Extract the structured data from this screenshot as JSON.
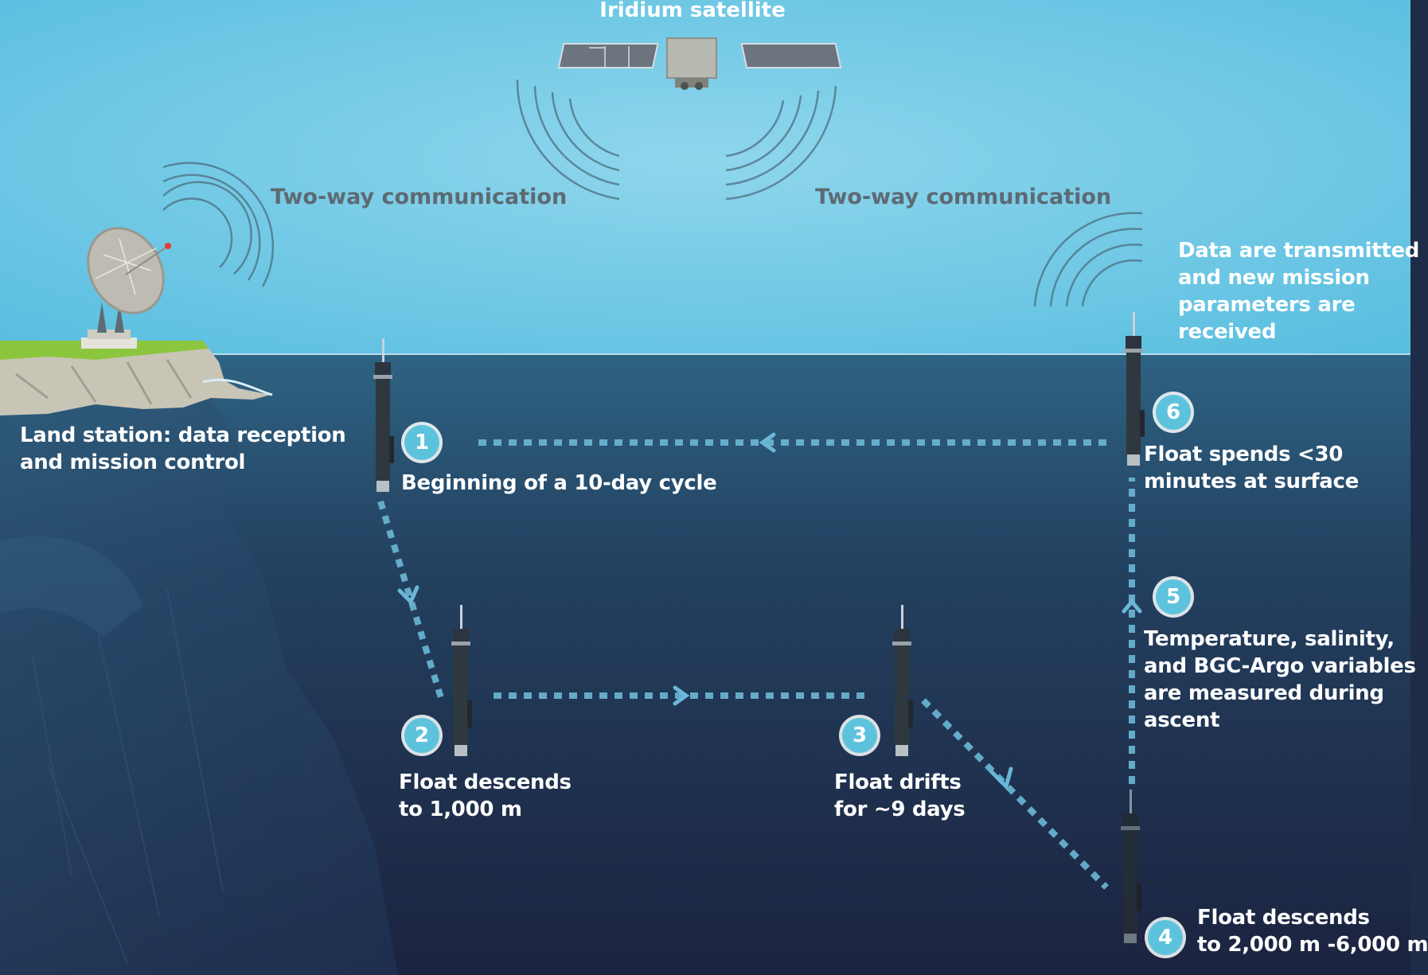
{
  "satellite_label": "Iridium satellite",
  "comm_left": "Two-way communication",
  "comm_right": "Two-way communication",
  "land_station": [
    "Land station: data reception",
    "and mission control"
  ],
  "surface_transmit": [
    "Data are transmitted",
    "and new mission",
    "parameters are",
    "received"
  ],
  "steps": [
    {
      "number": "1",
      "lines": [
        "Beginning of a 10-day cycle"
      ]
    },
    {
      "number": "2",
      "lines": [
        "Float descends",
        "to 1,000 m"
      ]
    },
    {
      "number": "3",
      "lines": [
        "Float drifts",
        "for ~9 days"
      ]
    },
    {
      "number": "4",
      "lines": [
        "Float descends",
        "to 2,000 m -6,000 m"
      ]
    },
    {
      "number": "5",
      "lines": [
        "Temperature, salinity,",
        "and BGC-Argo variables",
        "are measured during",
        "ascent"
      ]
    },
    {
      "number": "6",
      "lines": [
        "Float spends <30",
        "minutes at surface"
      ]
    }
  ],
  "colors": {
    "sky": "#66c4e2",
    "ocean_top": "#2d5b7a",
    "ocean_bottom": "#1c2743",
    "path": "#6ab8d6",
    "badge": "#5dc3dd",
    "sky_text": "#5d6a73"
  }
}
